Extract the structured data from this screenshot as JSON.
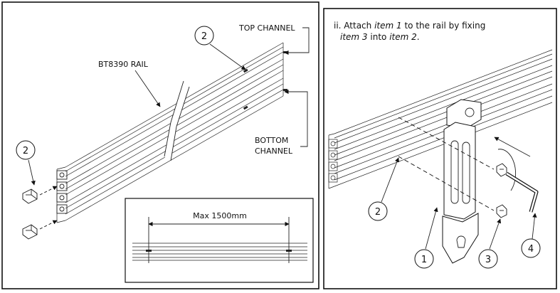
{
  "left_panel": {
    "labels": {
      "top_channel": "TOP CHANNEL",
      "rail": "BT8390 RAIL",
      "bottom_channel_line1": "BOTTOM",
      "bottom_channel_line2": "CHANNEL"
    },
    "callouts": {
      "top_item": "2",
      "side_item": "2"
    },
    "inset": {
      "dimension_label": "Max 1500mm"
    }
  },
  "right_panel": {
    "instruction": {
      "prefix": "ii. Attach ",
      "item_a": "item 1",
      "middle": " to the rail by fixing",
      "item_b": "item 3",
      "middle2": " into ",
      "item_c": "item 2",
      "suffix": "."
    },
    "callouts": {
      "c1": "1",
      "c2": "2",
      "c3": "3",
      "c4": "4"
    }
  }
}
